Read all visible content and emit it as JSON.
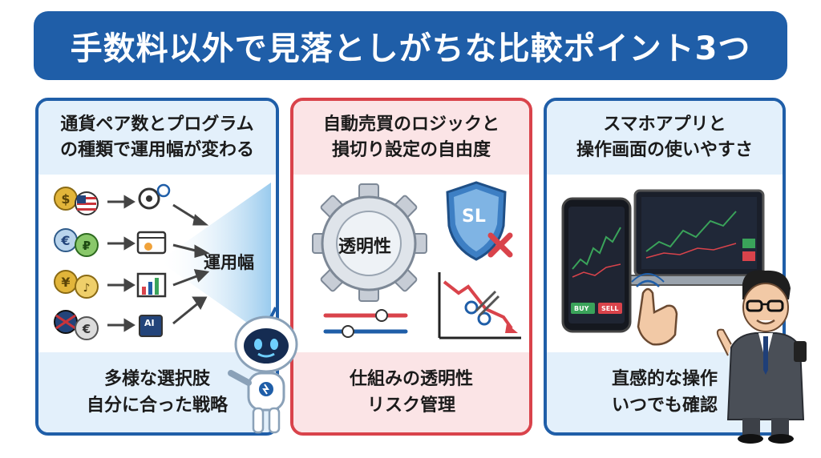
{
  "title": "手数料以外で見落としがちな比較ポイント3つ",
  "cards": [
    {
      "heading": [
        "通貨ペア数とプログラム",
        "の種類で運用幅が変わる"
      ],
      "center_label": "運用幅",
      "footer": [
        "多様な選択肢",
        "自分に合った戦略"
      ],
      "chip_ai": "AI"
    },
    {
      "heading": [
        "自動売買のロジックと",
        "損切り設定の自由度"
      ],
      "gear_label": "透明性",
      "shield_label": "SL",
      "footer": [
        "仕組みの透明性",
        "リスク管理"
      ]
    },
    {
      "heading": [
        "スマホアプリと",
        "操作画面の使いやすさ"
      ],
      "footer": [
        "直感的な操作",
        "いつでも確認"
      ],
      "phone_buy": "BUY",
      "phone_sell": "SELL"
    }
  ],
  "colors": {
    "brand_blue": "#1f5ea8",
    "accent_red": "#d9434b",
    "light_blue": "#e3f0fb",
    "light_red": "#fbe4e6"
  }
}
